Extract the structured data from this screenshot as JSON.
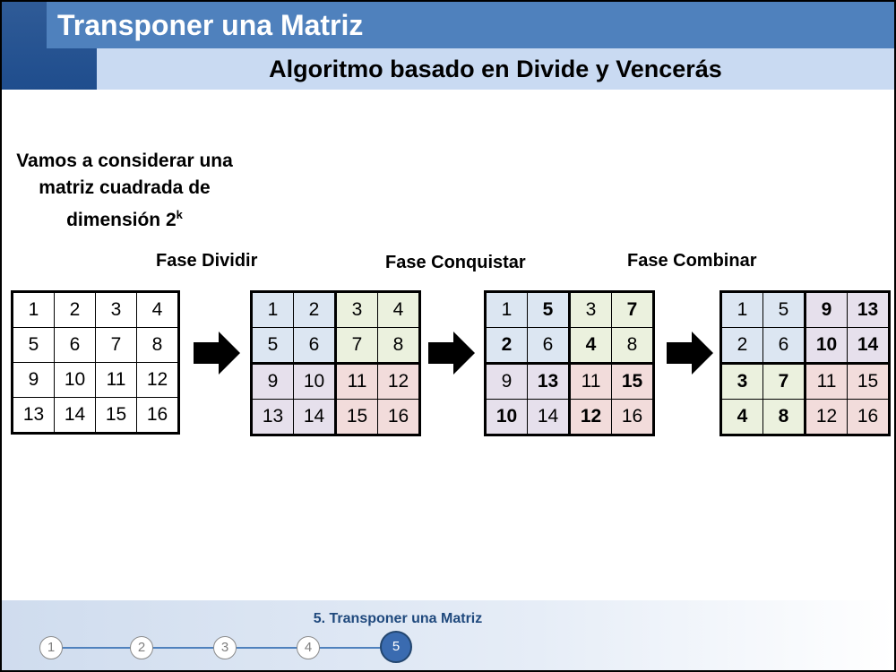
{
  "header": {
    "title": "Transponer una Matriz",
    "subtitle": "Algoritmo basado en Divide y Vencerás"
  },
  "intro": {
    "line1": "Vamos a considerar una",
    "line2": "matriz cuadrada de",
    "line3": "dimensión 2",
    "exponent": "k"
  },
  "phases": {
    "divide": "Fase Dividir",
    "conquer": "Fase Conquistar",
    "combine": "Fase Combinar"
  },
  "matrices": {
    "original": [
      [
        "1",
        "2",
        "3",
        "4"
      ],
      [
        "5",
        "6",
        "7",
        "8"
      ],
      [
        "9",
        "10",
        "11",
        "12"
      ],
      [
        "13",
        "14",
        "15",
        "16"
      ]
    ],
    "divided": [
      [
        "1",
        "2",
        "3",
        "4"
      ],
      [
        "5",
        "6",
        "7",
        "8"
      ],
      [
        "9",
        "10",
        "11",
        "12"
      ],
      [
        "13",
        "14",
        "15",
        "16"
      ]
    ],
    "conquered": [
      [
        "1",
        "5",
        "3",
        "7"
      ],
      [
        "2",
        "6",
        "4",
        "8"
      ],
      [
        "9",
        "13",
        "11",
        "15"
      ],
      [
        "10",
        "14",
        "12",
        "16"
      ]
    ],
    "combined": [
      [
        "1",
        "5",
        "9",
        "13"
      ],
      [
        "2",
        "6",
        "10",
        "14"
      ],
      [
        "3",
        "7",
        "11",
        "15"
      ],
      [
        "4",
        "8",
        "12",
        "16"
      ]
    ]
  },
  "colors": {
    "header_blue": "#4f81bd",
    "header_dark": "#1f4d8d",
    "subtitle_band": "#c9daf2",
    "quad_blue": "#dce6f2",
    "quad_green": "#ebf1de",
    "quad_purple": "#e6e0ec",
    "quad_red": "#f2dcdb"
  },
  "footer": {
    "section": "5. Transponer una Matriz",
    "nav": [
      "1",
      "2",
      "3",
      "4",
      "5"
    ],
    "active_index": 4
  }
}
